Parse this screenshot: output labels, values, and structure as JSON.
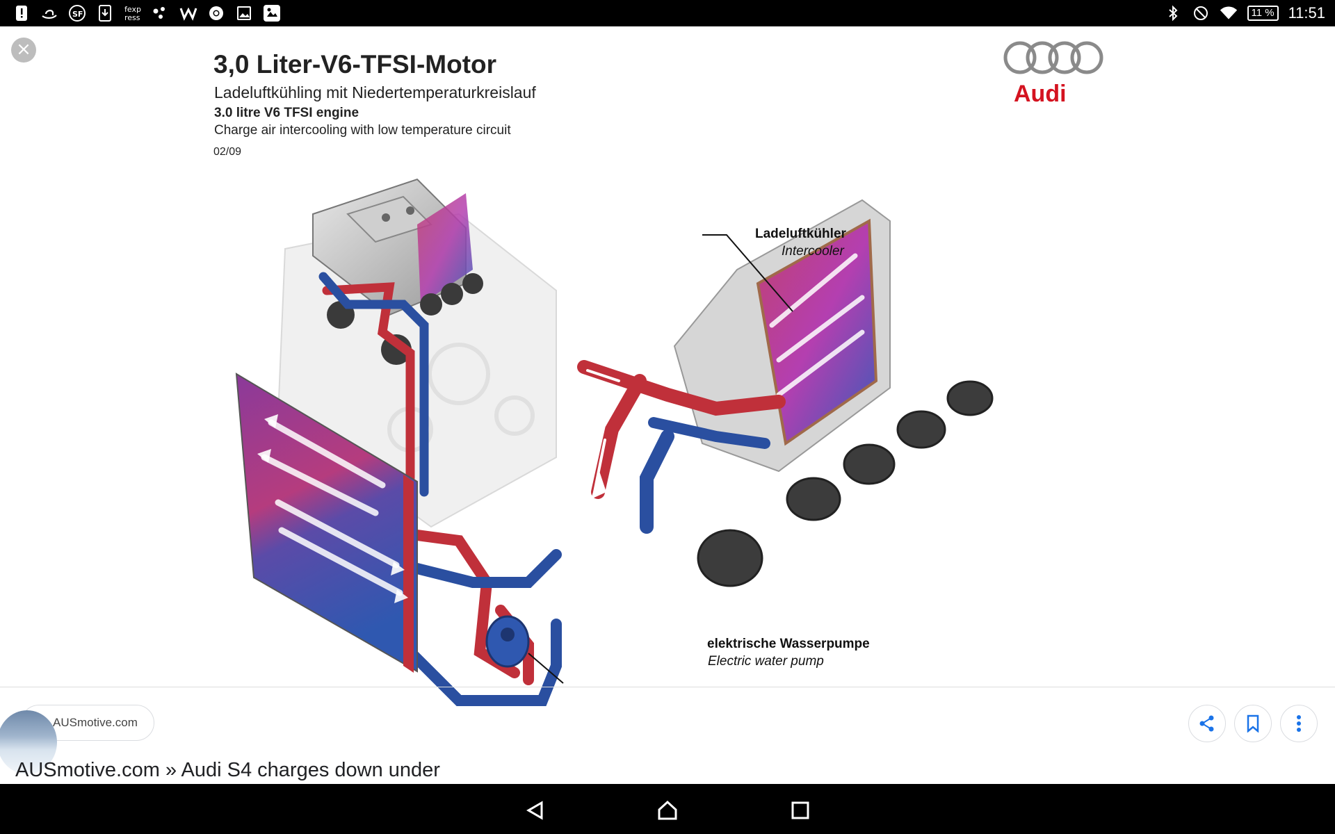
{
  "status_bar": {
    "notification_icons": [
      "alert-icon",
      "amazon-icon",
      "sf-icon",
      "download-icon",
      "fexpress-icon",
      "dots-icon",
      "w-icon",
      "chrome-icon",
      "image-icon",
      "photo-icon"
    ],
    "fexpress_text": "fexp\nress",
    "battery": "11 %",
    "time": "11:51"
  },
  "document": {
    "title": "3,0 Liter-V6-TFSI-Motor",
    "subtitle_de": "Ladeluftkühling mit Niedertemperaturkreislauf",
    "title_en": "3.0 litre V6 TFSI engine",
    "subtitle_en": "Charge air intercooling with low temperature circuit",
    "code": "02/09",
    "brand": "Audi"
  },
  "callouts": {
    "intercooler_de": "Ladeluftkühler",
    "intercooler_en": "Intercooler",
    "pump_de": "elektrische Wasserpumpe",
    "pump_en": "Electric water pump"
  },
  "source": {
    "site": "AUSmotive.com",
    "caption": "AUSmotive.com » Audi S4 charges down under"
  },
  "colors": {
    "brand_red": "#d41320",
    "hot": "#c0303a",
    "cold": "#2a4fa0",
    "magenta": "#b03fb0"
  }
}
